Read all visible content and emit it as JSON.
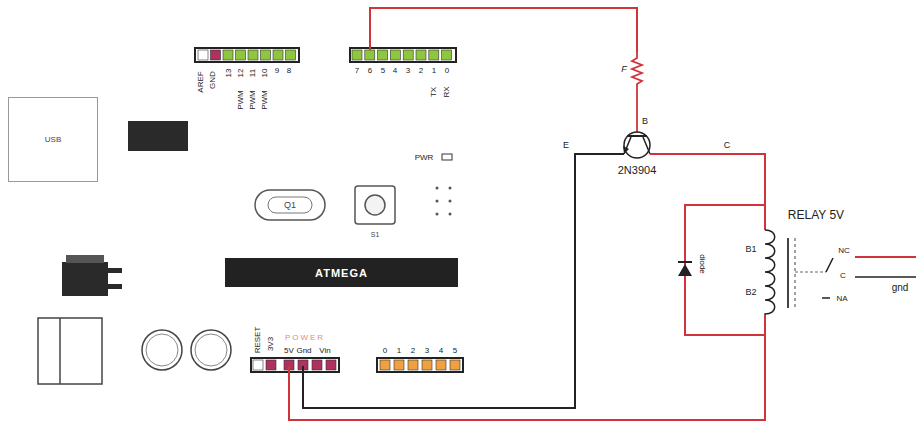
{
  "diagram": {
    "nodes": [
      {
        "text": [
          "USB"
        ]
      },
      {
        "text": [
          "ATMEGA"
        ]
      }
    ],
    "labels": [
      "AREF",
      "GND",
      "13",
      "12",
      "11",
      "10",
      "9",
      "8",
      "PWM",
      "PWM",
      "PWM",
      "7",
      "6",
      "5",
      "4",
      "3",
      "2",
      "1",
      "0",
      "TX",
      "RX",
      "PWR",
      "Q1",
      "S1",
      "POWER",
      "RESET",
      "3V3",
      "5V",
      "Gnd",
      "Vin",
      "0",
      "1",
      "2",
      "3",
      "4",
      "5",
      "F",
      "B",
      "E",
      "C",
      "2N3904",
      "RELAY 5V",
      "B1",
      "B2",
      "NC",
      "C",
      "NA",
      "gnd",
      "diode"
    ]
  }
}
